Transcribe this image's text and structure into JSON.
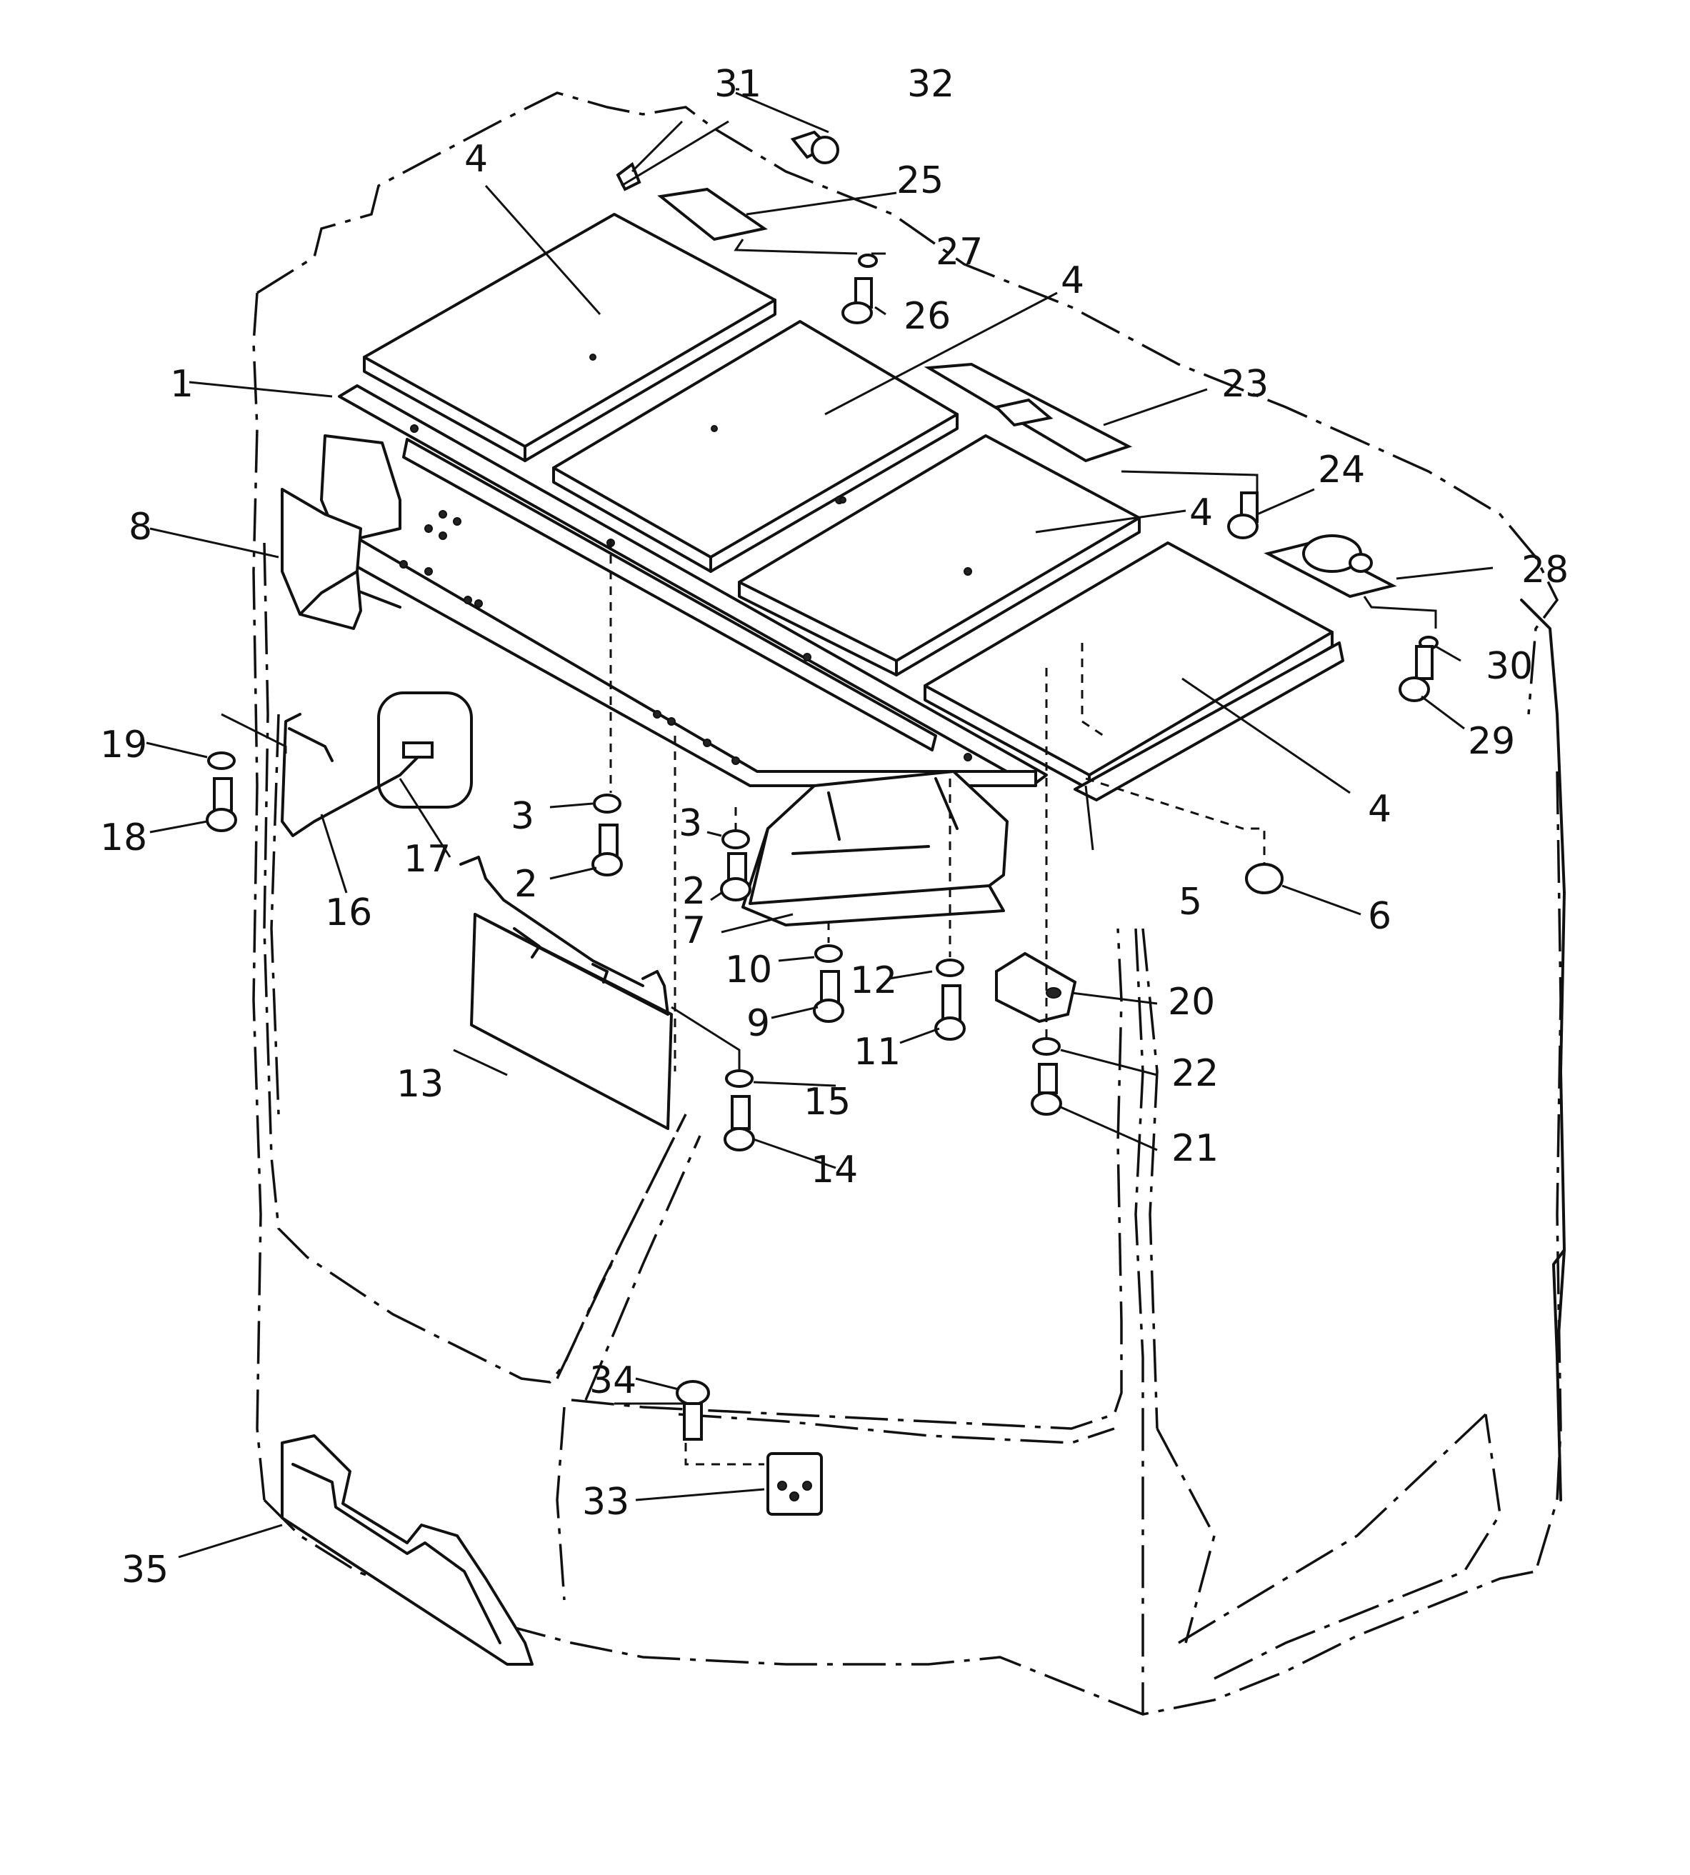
{
  "callouts": {
    "c1": "1",
    "c2a": "2",
    "c2b": "2",
    "c3a": "3",
    "c3b": "3",
    "c4a": "4",
    "c4b": "4",
    "c4c": "4",
    "c4d": "4",
    "c5": "5",
    "c6": "6",
    "c7": "7",
    "c8": "8",
    "c9": "9",
    "c10": "10",
    "c11": "11",
    "c12": "12",
    "c13": "13",
    "c14": "14",
    "c15": "15",
    "c16": "16",
    "c17": "17",
    "c18": "18",
    "c19": "19",
    "c20": "20",
    "c21": "21",
    "c22": "22",
    "c23": "23",
    "c24": "24",
    "c25": "25",
    "c26": "26",
    "c27": "27",
    "c28": "28",
    "c29": "29",
    "c30": "30",
    "c31": "31",
    "c32": "32",
    "c33": "33",
    "c34": "34",
    "c35": "35"
  }
}
